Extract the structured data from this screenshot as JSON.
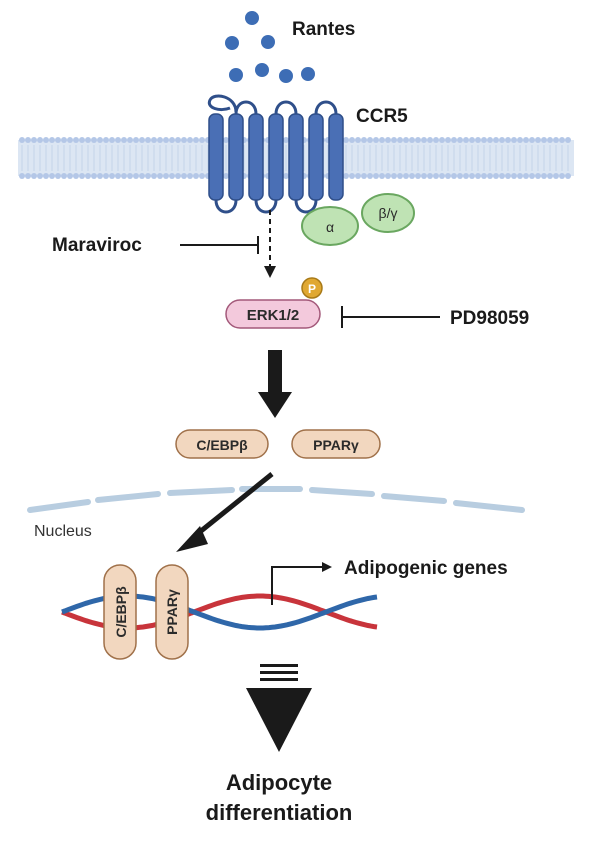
{
  "ligand": {
    "label": "Rantes",
    "color": "#3d6db5"
  },
  "receptor": {
    "label": "CCR5",
    "color": "#4a6fb5"
  },
  "g_protein": {
    "alpha": "α",
    "beta_gamma": "β/γ",
    "color": "#bfe3b4"
  },
  "inhibitors": {
    "maraviroc": "Maraviroc",
    "pd98059": "PD98059"
  },
  "kinase": {
    "label": "ERK1/2",
    "phospho": "P",
    "color": "#f3c9dc"
  },
  "transcription_factors": {
    "cebpb": "C/EBPβ",
    "pparg": "PPARγ",
    "color": "#f2d7bf"
  },
  "nucleus": {
    "label": "Nucleus"
  },
  "genes": {
    "label": "Adipogenic genes"
  },
  "outcome": {
    "line1": "Adipocyte",
    "line2": "differentiation"
  },
  "colors": {
    "dna_red": "#c8343b",
    "dna_blue": "#2f67a9",
    "membrane_head": "#b4c7e7",
    "membrane_tail": "#dce6f3"
  }
}
